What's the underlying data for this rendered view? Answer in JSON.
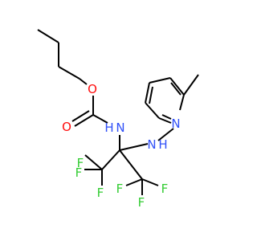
{
  "molecule": {
    "atom_labels": {
      "o_ester": "O",
      "o_carbonyl": "O",
      "n_carbamate": "N",
      "h_carbamate": "H",
      "n_amine": "N",
      "h_amine": "H",
      "n_pyridine": "N",
      "f1": "F",
      "f2": "F",
      "f3": "F",
      "f4": "F",
      "f5": "F",
      "f6": "F"
    },
    "colors": {
      "bond": "#000000",
      "oxygen": "#ff0d0d",
      "nitrogen": "#3050f8",
      "fluorine": "#33cc33"
    }
  }
}
